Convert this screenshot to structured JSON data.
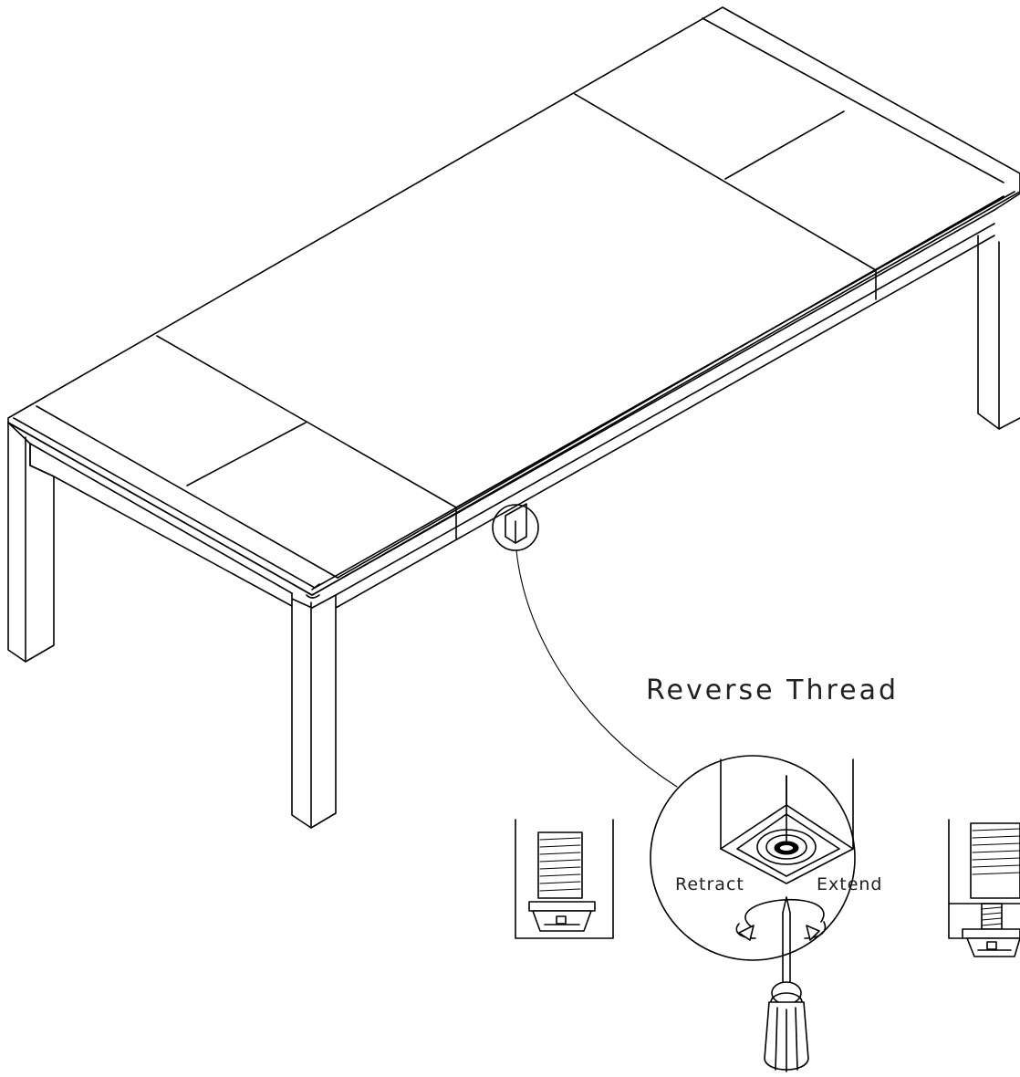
{
  "labels": {
    "title": "Reverse Thread",
    "retract": "Retract",
    "extend": "Extend"
  },
  "colors": {
    "line": "#000000",
    "background": "#ffffff",
    "text": "#222222"
  }
}
